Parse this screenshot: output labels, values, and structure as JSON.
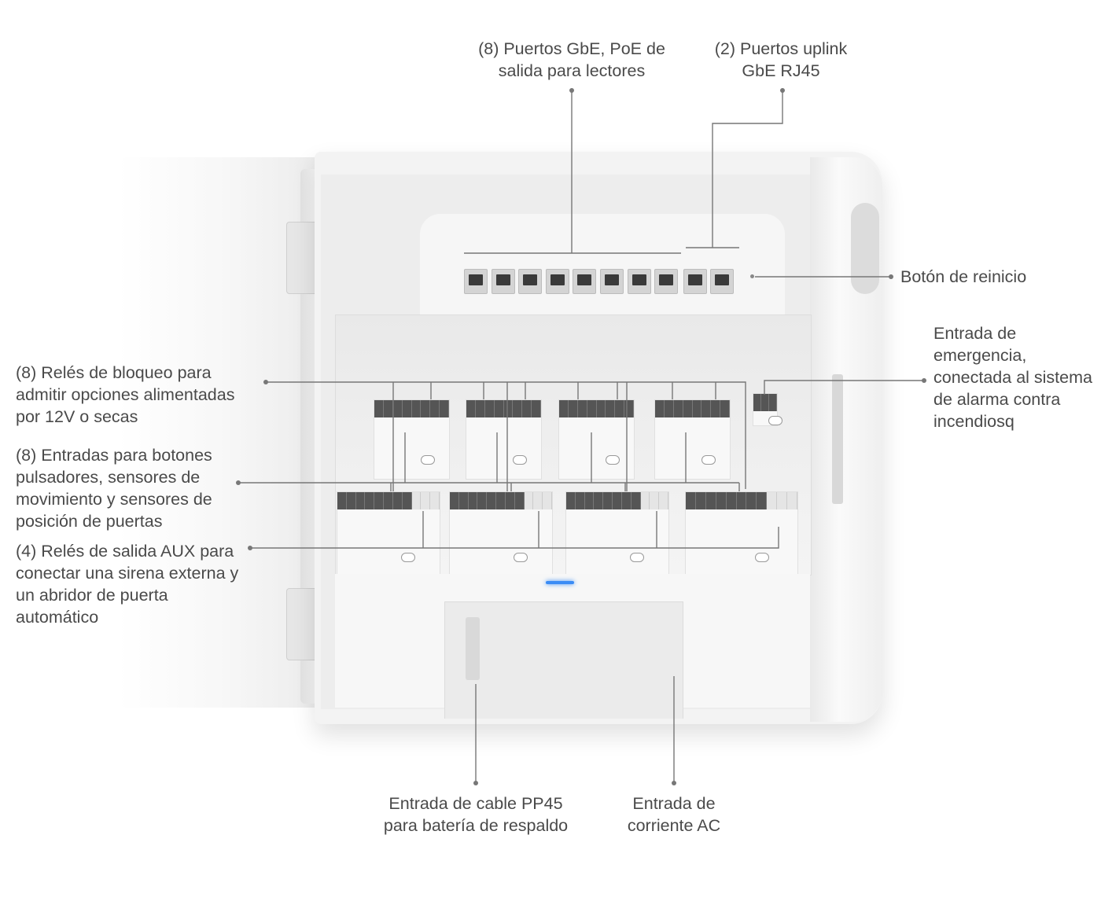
{
  "callouts": {
    "poe_ports": [
      "(8) Puertos GbE, PoE de",
      "salida para lectores"
    ],
    "uplink_ports": [
      "(2) Puertos uplink",
      "GbE RJ45"
    ],
    "reset_button": [
      "Botón de reinicio"
    ],
    "emergency_input": [
      "Entrada de",
      "emergencia,",
      "conectada al sistema",
      "de alarma contra",
      "incendiosq"
    ],
    "lock_relays": [
      "(8) Relés de bloqueo para",
      "admitir opciones alimentadas",
      "por 12V o secas"
    ],
    "inputs": [
      "(8) Entradas para botones",
      "pulsadores, sensores de",
      "movimiento y sensores de",
      "posición de puertas"
    ],
    "aux_relays": [
      "(4) Relés de salida AUX para",
      "conectar una sirena externa y",
      "un abridor de puerta",
      "automático"
    ],
    "pp45_input": [
      "Entrada de cable PP45",
      "para batería de respaldo"
    ],
    "ac_input": [
      "Entrada de",
      "corriente AC"
    ]
  },
  "device": {
    "poe_port_count": 8,
    "uplink_port_count": 2,
    "door_module_count": 8,
    "status_led_color": "#3b8cf5"
  }
}
